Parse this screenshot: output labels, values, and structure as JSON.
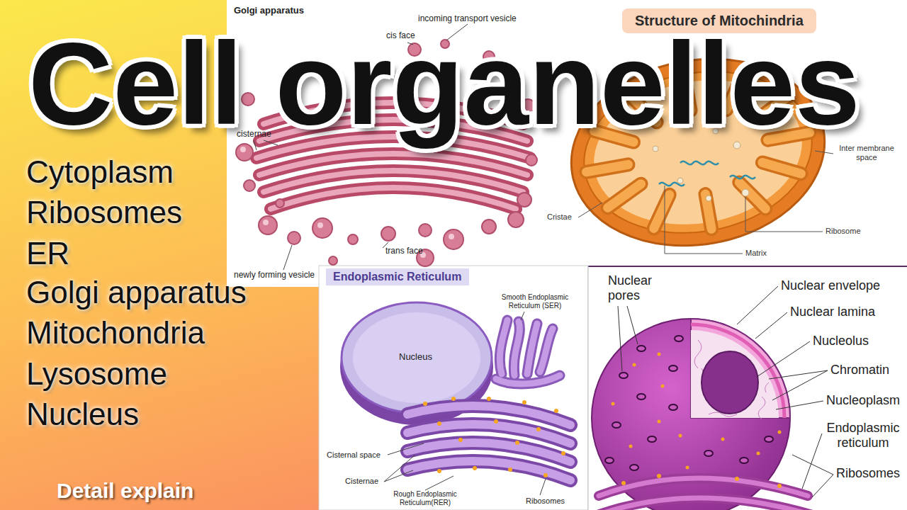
{
  "diagram": {
    "title": "Cell organelles",
    "nodes": [
      {
        "text": [
          "Structure of Mitochindria"
        ]
      },
      {
        "text": [
          "Endoplasmic Reticulum"
        ]
      }
    ],
    "labels": [
      "Cytoplasm",
      "Ribosomes",
      "ER",
      "Golgi apparatus",
      "Mitochondria",
      "Lysosome",
      "Nucleus",
      "Detail explain",
      "Golgi apparatus",
      "incoming transport vesicle",
      "cis face",
      "cisternae",
      "trans face",
      "newly forming vesicle",
      "Inter membrane space",
      "Cristae",
      "Ribosome",
      "Matrix",
      "Smooth Endoplasmic Reticulum (SER)",
      "Nucleus",
      "Cisternal space",
      "Cisternae",
      "Rough Endoplasmic Reticulum(RER)",
      "Ribosomes",
      "Nuclear pores",
      "Nuclear envelope",
      "Nuclear lamina",
      "Nucleolus",
      "Chromatin",
      "Nucleoplasm",
      "Endoplasmic reticulum",
      "Ribosomes"
    ]
  }
}
